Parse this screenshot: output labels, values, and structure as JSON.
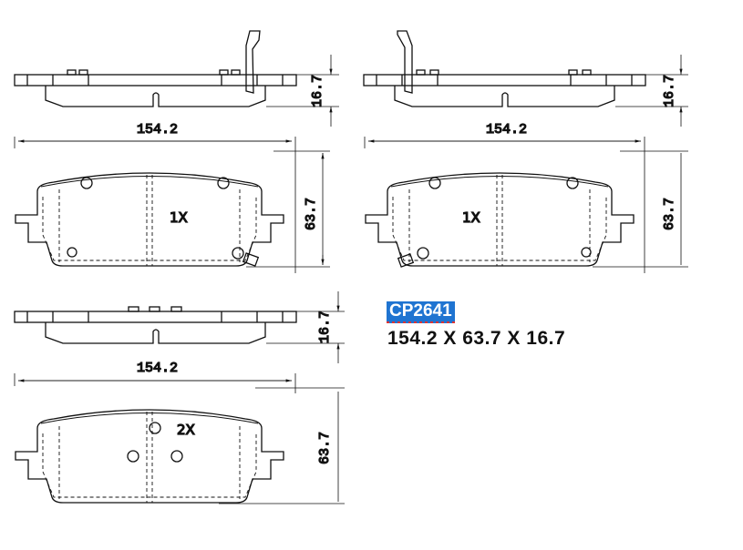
{
  "part": {
    "code": "CP2641",
    "dimensions_text": "154.2 X 63.7 X 16.7",
    "badge_color": "#1f74d1",
    "width_mm": "154.2",
    "height_mm": "63.7",
    "thickness_mm": "16.7"
  },
  "drawings": [
    {
      "id": "pad-left-top",
      "quantity_label": "1X",
      "width_label": "154.2",
      "height_label": "63.7",
      "thickness_label": "16.7",
      "has_wear_sensor": true,
      "sensor_side": "right"
    },
    {
      "id": "pad-right-top",
      "quantity_label": "1X",
      "width_label": "154.2",
      "height_label": "63.7",
      "thickness_label": "16.7",
      "has_wear_sensor": true,
      "sensor_side": "left"
    },
    {
      "id": "pad-bottom",
      "quantity_label": "2X",
      "width_label": "154.2",
      "height_label": "63.7",
      "thickness_label": "16.7",
      "has_wear_sensor": false
    }
  ]
}
